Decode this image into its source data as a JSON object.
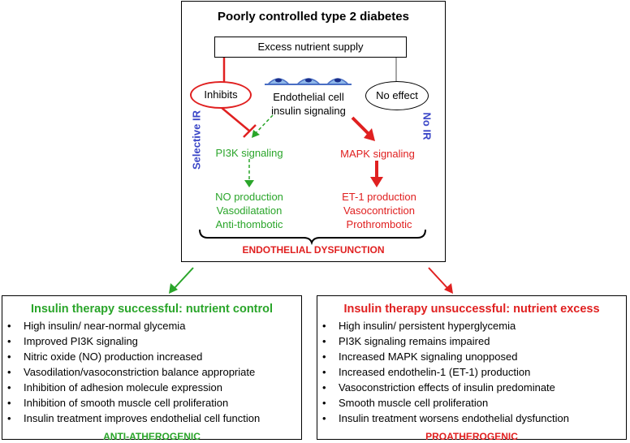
{
  "top": {
    "title": "Poorly controlled type 2 diabetes",
    "nutrient": "Excess nutrient supply",
    "inhibits": "Inhibits",
    "no_effect": "No effect",
    "endo_line1": "Endothelial cell",
    "endo_line2": "insulin signaling",
    "selective_ir": "Selective IR",
    "no_ir": "No IR",
    "pi3k": "PI3K signaling",
    "mapk": "MAPK signaling",
    "left_outcomes": [
      "NO production",
      "Vasodilatation",
      "Anti-thombotic"
    ],
    "right_outcomes": [
      "ET-1 production",
      "Vasocontriction",
      "Prothrombotic"
    ],
    "dysfunction": "ENDOTHELIAL DYSFUNCTION"
  },
  "left_box": {
    "title": "Insulin therapy successful: nutrient control",
    "items": [
      "High insulin/ near-normal glycemia",
      "Improved PI3K signaling",
      "Nitric oxide (NO) production increased",
      "Vasodilation/vasoconstriction balance appropriate",
      "Inhibition of adhesion molecule expression",
      "Inhibition of smooth muscle cell proliferation",
      "Insulin treatment improves endothelial cell function"
    ],
    "footer": "ANTI-ATHEROGENIC"
  },
  "right_box": {
    "title": "Insulin therapy unsuccessful: nutrient excess",
    "items": [
      "High insulin/ persistent hyperglycemia",
      "PI3K signaling remains impaired",
      "Increased MAPK signaling unopposed",
      "Increased endothelin-1 (ET-1) production",
      "Vasoconstriction effects of insulin predominate",
      "Smooth muscle cell proliferation",
      "Insulin treatment worsens endothelial dysfunction"
    ],
    "footer": "PROATHEROGENIC"
  },
  "colors": {
    "green": "#2aa52a",
    "red": "#e02020",
    "blue": "#3a46c7"
  }
}
